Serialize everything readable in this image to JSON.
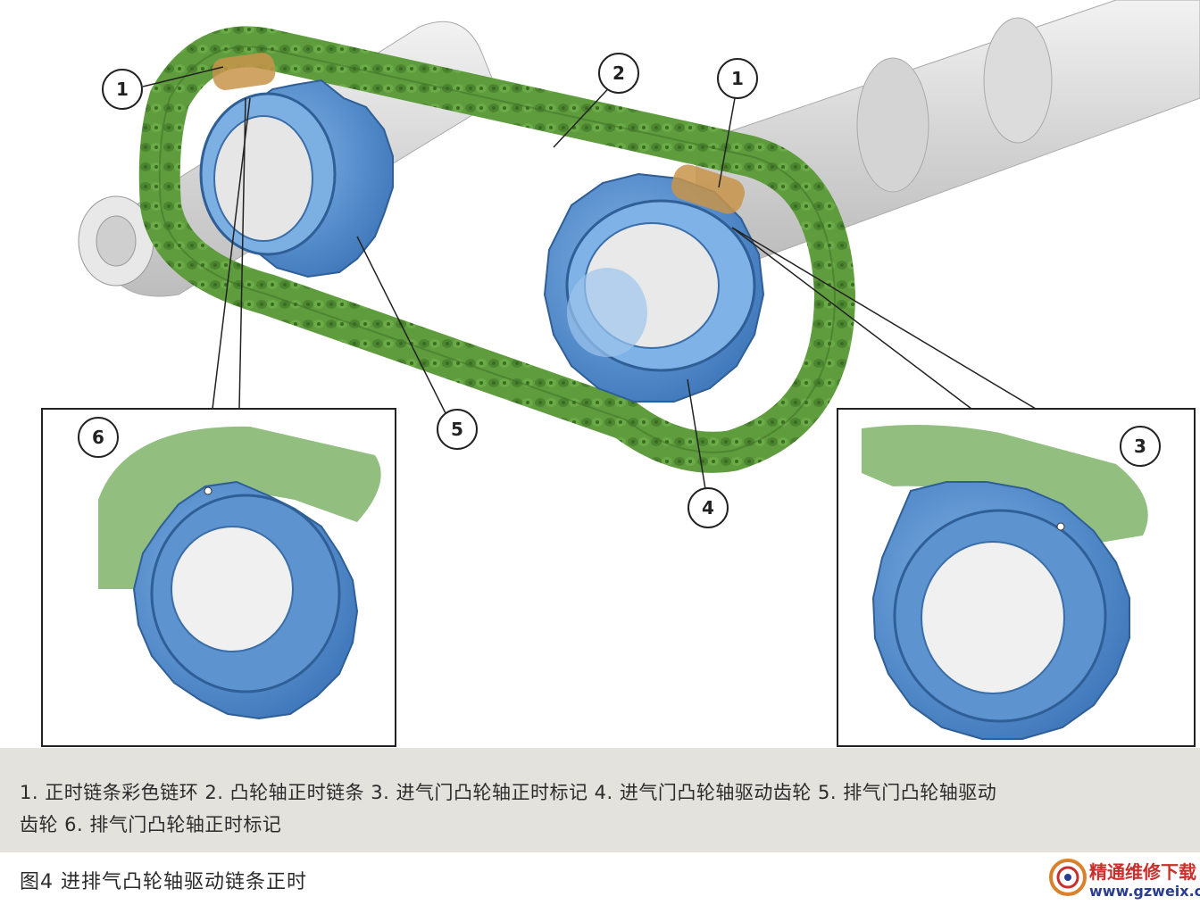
{
  "callouts": {
    "c1_left": "1",
    "c1_right": "1",
    "c2": "2",
    "c3": "3",
    "c4": "4",
    "c5": "5",
    "c6": "6"
  },
  "legend": {
    "line1": "1. 正时链条彩色链环  2. 凸轮轴正时链条  3. 进气门凸轮轴正时标记    4. 进气门凸轮轴驱动齿轮  5. 排气门凸轮轴驱动",
    "line2": "齿轮   6. 排气门凸轮轴正时标记"
  },
  "figure_title": "图4   进排气凸轮轴驱动链条正时",
  "watermark": {
    "name": "精通维修下载",
    "url": "www.gzweix.com"
  },
  "colors": {
    "chain_green": "#5a9a3c",
    "sprocket_blue": "#4a85c9",
    "camshaft_gray": "#d9d9d9",
    "colored_link": "#c8944a",
    "caption_band": "#e4e2dc"
  }
}
